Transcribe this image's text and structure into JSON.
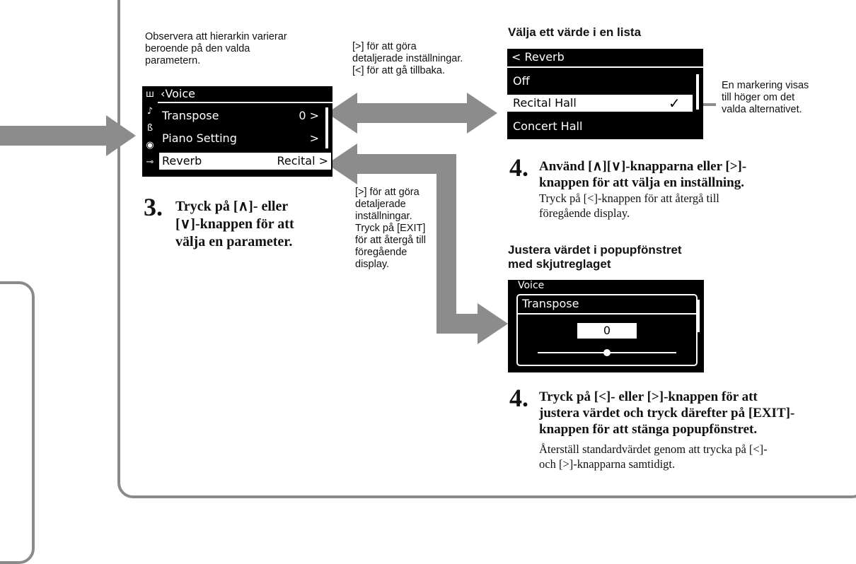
{
  "hierarchy_note": {
    "line1": "Observera att hierarkin varierar",
    "line2": "beroende på den valda",
    "line3": "parametern."
  },
  "nav_note": {
    "line1": "[>] för att göra",
    "line2": "detaljerade inställningar.",
    "line3": "[<] för att gå tillbaka."
  },
  "exit_note": {
    "lines": [
      "[>] för att göra",
      "detaljerade",
      "inställningar.",
      "Tryck på [EXIT]",
      "för att återgå till",
      "föregående",
      "display."
    ]
  },
  "voice_screen": {
    "header": "Voice",
    "rows": [
      {
        "label": "Transpose",
        "value": "0 >"
      },
      {
        "label": "Piano Setting",
        "value": ">"
      },
      {
        "label": "Reverb",
        "value": "Recital >"
      }
    ],
    "icons": [
      "ш",
      "♪",
      "ß",
      "◉",
      "⊸"
    ]
  },
  "step3": {
    "number": "3.",
    "line1": "Tryck på [∧]- eller",
    "line2": "[∨]-knappen för att",
    "line3": "välja en parameter."
  },
  "list_section": {
    "heading": "Välja ett värde i en lista",
    "screen_header": "< Reverb",
    "items": [
      "Off",
      "Recital Hall",
      "Concert Hall"
    ],
    "check": "✓",
    "callout": {
      "line1": "En markering visas",
      "line2": "till höger om det",
      "line3": "valda alternativet."
    }
  },
  "step4a": {
    "number": "4.",
    "line1": "Använd [∧][∨]-knapparna eller [>]-",
    "line2": "knappen för att välja en inställning.",
    "sub1": "Tryck på [<]-knappen för att återgå till",
    "sub2": "föregående display."
  },
  "slider_section": {
    "heading1": "Justera värdet i popupfönstret",
    "heading2": "med skjutreglaget",
    "bg_header": "Voice",
    "popup_title": "Transpose",
    "value": "0"
  },
  "step4b": {
    "number": "4.",
    "line1": "Tryck på [<]- eller [>]-knappen för att",
    "line2": "justera värdet och tryck därefter på [EXIT]-",
    "line3": "knappen för att stänga popupfönstret.",
    "sub1": "Återställ standardvärdet genom att trycka på [<]-",
    "sub2": "och [>]-knapparna samtidigt."
  },
  "colors": {
    "frame": "#8a8a8a",
    "arrow": "#8c8c8c",
    "lcd_bg": "#000000",
    "lcd_fg": "#ffffff"
  }
}
